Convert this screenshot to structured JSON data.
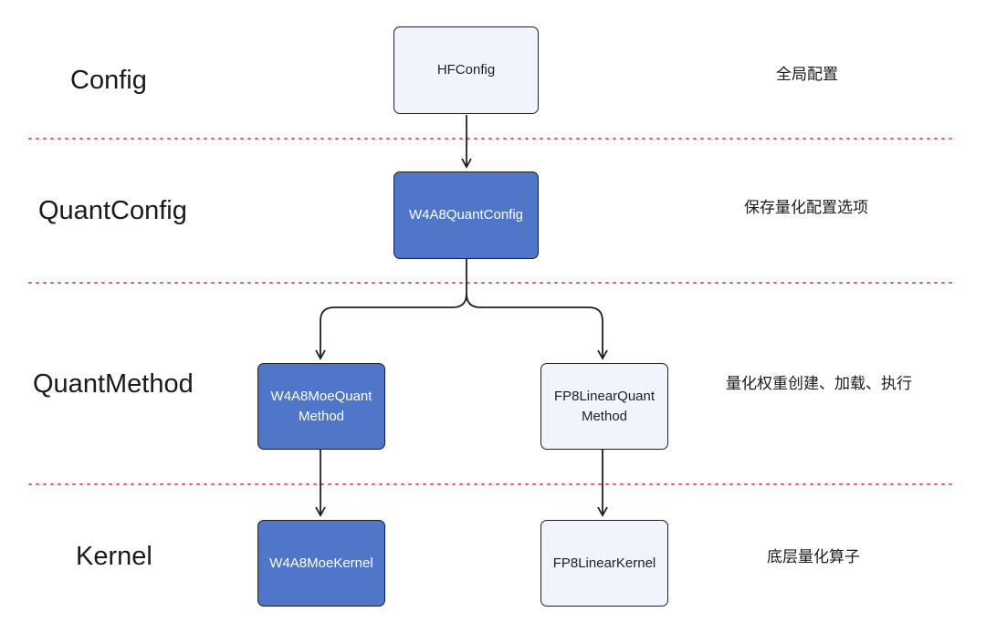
{
  "layers": [
    {
      "id": "config",
      "label": "Config",
      "desc": "全局配置"
    },
    {
      "id": "quantconfig",
      "label": "QuantConfig",
      "desc": "保存量化配置选项"
    },
    {
      "id": "quantmethod",
      "label": "QuantMethod",
      "desc": "量化权重创建、加载、执行"
    },
    {
      "id": "kernel",
      "label": "Kernel",
      "desc": "底层量化算子"
    }
  ],
  "nodes": {
    "hfconfig": {
      "text": "HFConfig",
      "style": "light"
    },
    "w4a8quantconfig": {
      "text": "W4A8QuantConfig",
      "style": "dark"
    },
    "w4a8moequantmethod": {
      "text": "W4A8MoeQuant\nMethod",
      "style": "dark"
    },
    "fp8linearquantmethod": {
      "text": "FP8LinearQuant\nMethod",
      "style": "light"
    },
    "w4a8moekernel": {
      "text": "W4A8MoeKernel",
      "style": "dark"
    },
    "fp8linearkernel": {
      "text": "FP8LinearKernel",
      "style": "light"
    }
  },
  "edges": [
    {
      "from": "hfconfig",
      "to": "w4a8quantconfig"
    },
    {
      "from": "w4a8quantconfig",
      "to": "w4a8moequantmethod"
    },
    {
      "from": "w4a8quantconfig",
      "to": "fp8linearquantmethod"
    },
    {
      "from": "w4a8moequantmethod",
      "to": "w4a8moekernel"
    },
    {
      "from": "fp8linearquantmethod",
      "to": "fp8linearkernel"
    }
  ],
  "colors": {
    "separator": "#e06060",
    "node_dark": "#4f76c9",
    "node_light": "#f1f4fc",
    "line": "#1f1f1f"
  }
}
